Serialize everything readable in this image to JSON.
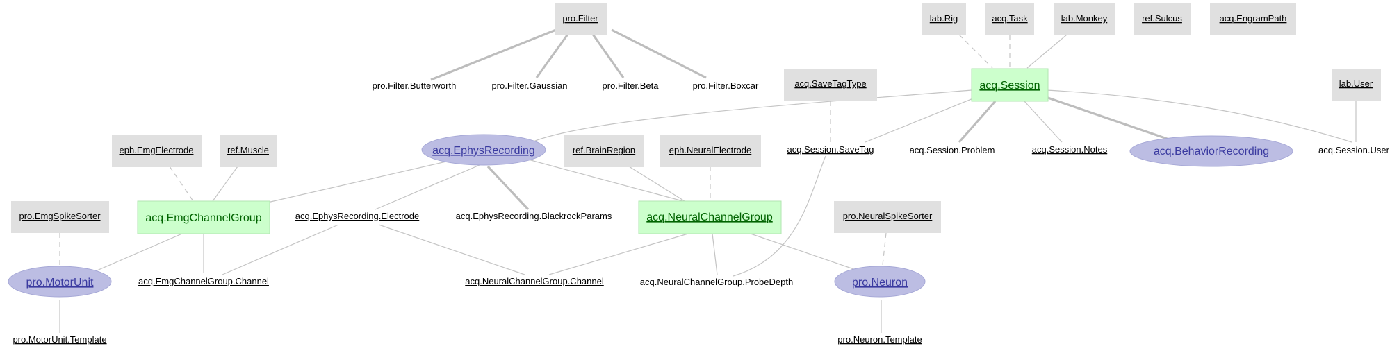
{
  "nodes": {
    "pro_filter": "pro.Filter",
    "pro_filter_butterworth": "pro.Filter.Butterworth",
    "pro_filter_gaussian": "pro.Filter.Gaussian",
    "pro_filter_beta": "pro.Filter.Beta",
    "pro_filter_boxcar": "pro.Filter.Boxcar",
    "lab_rig": "lab.Rig",
    "acq_task": "acq.Task",
    "lab_monkey": "lab.Monkey",
    "ref_sulcus": "ref.Sulcus",
    "acq_engrampath": "acq.EngramPath",
    "acq_session": "acq.Session",
    "acq_savetagtype": "acq.SaveTagType",
    "lab_user": "lab.User",
    "acq_session_savetag": "acq.Session.SaveTag",
    "acq_session_problem": "acq.Session.Problem",
    "acq_session_notes": "acq.Session.Notes",
    "acq_behaviorrecording": "acq.BehaviorRecording",
    "acq_session_user": "acq.Session.User",
    "eph_emgelectrode": "eph.EmgElectrode",
    "ref_muscle": "ref.Muscle",
    "acq_ephysrecording": "acq.EphysRecording",
    "ref_brainregion": "ref.BrainRegion",
    "eph_neuralelectrode": "eph.NeuralElectrode",
    "pro_emgspikesorter": "pro.EmgSpikeSorter",
    "acq_emgchannelgroup": "acq.EmgChannelGroup",
    "acq_ephysrecording_electrode": "acq.EphysRecording.Electrode",
    "acq_ephysrecording_blackrockparams": "acq.EphysRecording.BlackrockParams",
    "acq_neuralchannelgroup": "acq.NeuralChannelGroup",
    "pro_neuralspikesorter": "pro.NeuralSpikeSorter",
    "pro_motorunit": "pro.MotorUnit",
    "acq_emgchannelgroup_channel": "acq.EmgChannelGroup.Channel",
    "acq_neuralchannelgroup_channel": "acq.NeuralChannelGroup.Channel",
    "acq_neuralchannelgroup_probedepth": "acq.NeuralChannelGroup.ProbeDepth",
    "pro_neuron": "pro.Neuron",
    "pro_motorunit_template": "pro.MotorUnit.Template",
    "pro_neuron_template": "pro.Neuron.Template"
  },
  "colors": {
    "lookup_fill": "#e0e0e0",
    "manual_fill": "#ccffcc",
    "manual_text": "#006400",
    "imported_fill": "#bcbde3",
    "imported_text": "#3a3aa0",
    "edge": "#c4c4c4"
  }
}
